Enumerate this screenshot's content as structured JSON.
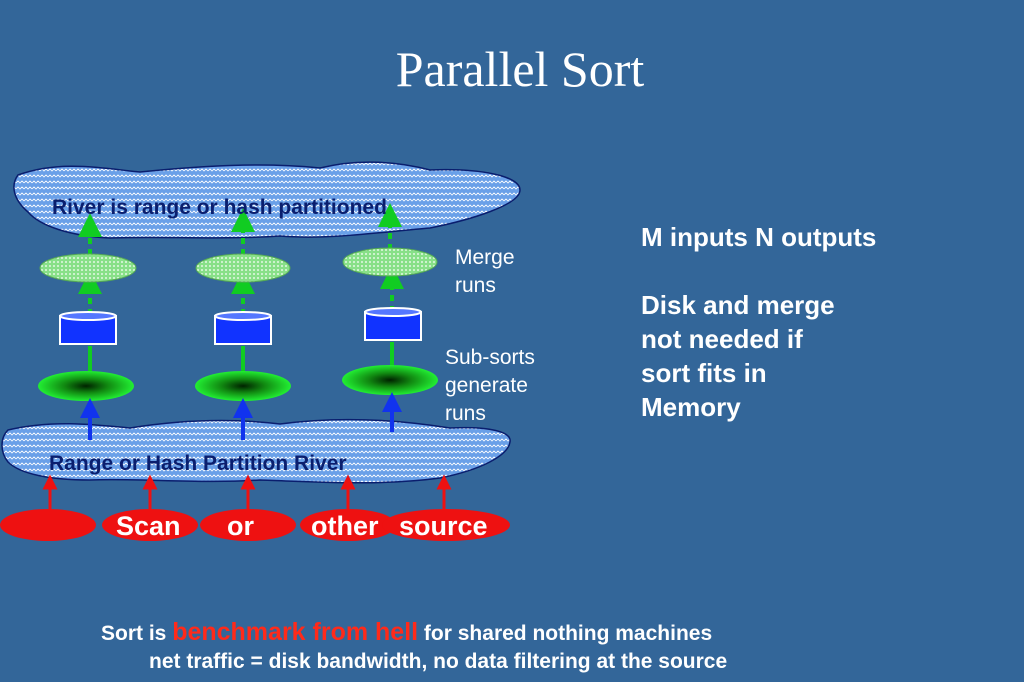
{
  "title": "Parallel Sort",
  "river_top_label": "River is range or hash partitioned",
  "river_bottom_label": "Range or Hash Partition River",
  "merge_label": "Merge\nruns",
  "subsort_label": "Sub-sorts\ngenerate\nruns",
  "right_text": {
    "line1": "M inputs N outputs",
    "para2": [
      "Disk and merge",
      "not needed if",
      "sort fits in",
      "Memory"
    ]
  },
  "sources": {
    "scan": "Scan",
    "or": "or",
    "other": "other",
    "source": "source"
  },
  "footer": {
    "prefix": "Sort is ",
    "highlight": "benchmark from hell",
    "suffix": " for shared nothing machines",
    "line2": "net traffic = disk bandwidth, no data filtering at the source"
  },
  "colors": {
    "background": "#336699",
    "river_fill": "#6aa0e8",
    "source_red": "#ee1111",
    "arrow_green": "#11cc22",
    "arrow_blue": "#1133ee",
    "disk_blue": "#1133ff",
    "footer_highlight": "#ff2a1a"
  }
}
